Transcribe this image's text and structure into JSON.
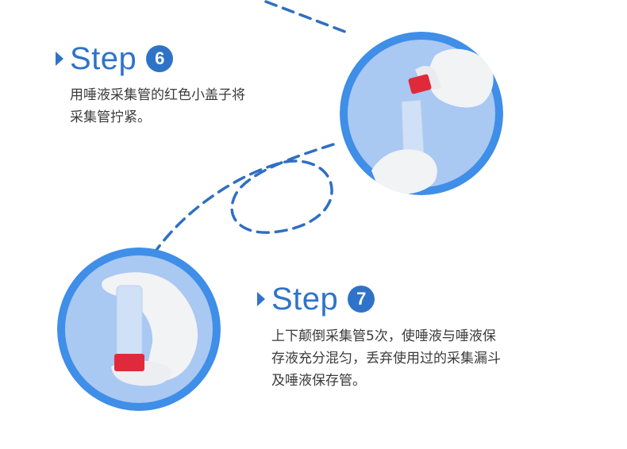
{
  "colors": {
    "accent": "#2f73c9",
    "ring": "#3f8ee8",
    "photo_bg": "#a9c8f2",
    "cap": "#e02a3a",
    "text": "#3a3a3a"
  },
  "steps": [
    {
      "word": "Step",
      "number": "6",
      "lines": [
        "用唾液采集管的红色小盖子将",
        "采集管拧紧。"
      ],
      "photo": "hand-capping-tube-photo"
    },
    {
      "word": "Step",
      "number": "7",
      "lines": [
        "上下颠倒采集管5次，使唾液与唾液保",
        "存液充分混匀，丢弃使用过的采集漏斗",
        "及唾液保存管。"
      ],
      "photo": "hand-holding-capped-tube-photo"
    }
  ]
}
